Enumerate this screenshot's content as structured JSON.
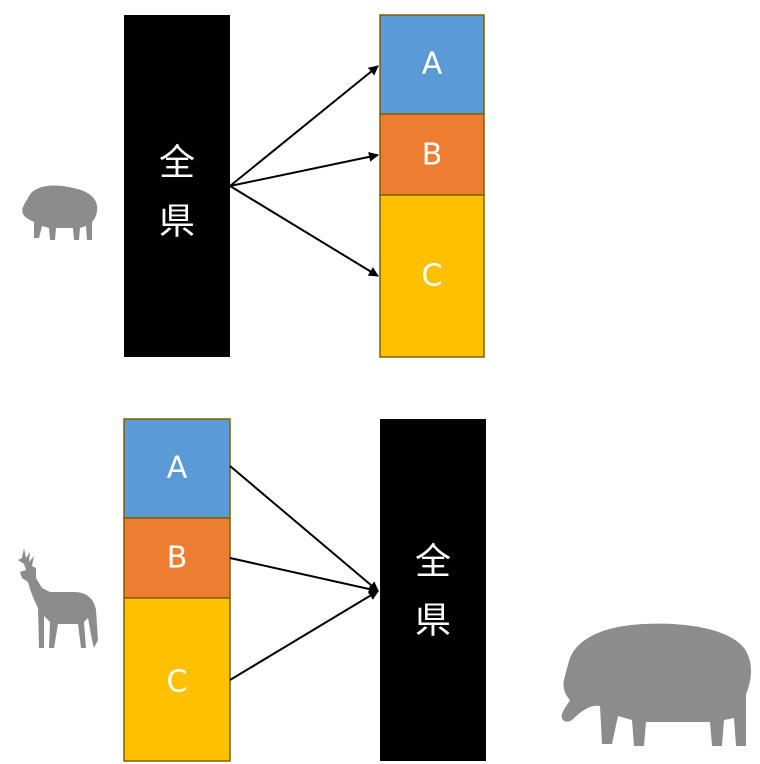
{
  "top_flow": {
    "source_label_line1": "全",
    "source_label_line2": "県",
    "segments": [
      {
        "label": "A",
        "color": "#5b9bd5"
      },
      {
        "label": "B",
        "color": "#ed7d31"
      },
      {
        "label": "C",
        "color": "#ffc000"
      }
    ]
  },
  "bottom_flow": {
    "segments": [
      {
        "label": "A",
        "color": "#5b9bd5"
      },
      {
        "label": "B",
        "color": "#ed7d31"
      },
      {
        "label": "C",
        "color": "#ffc000"
      }
    ],
    "target_label_line1": "全",
    "target_label_line2": "県"
  },
  "colors": {
    "whole_bar": "#000000",
    "arrow": "#000000",
    "segment_border": "#7f6000",
    "silhouette": "#8c8c8c"
  },
  "icons": {
    "top_left": "boar-icon",
    "bottom_left": "deer-icon",
    "bottom_right": "boar-icon"
  }
}
